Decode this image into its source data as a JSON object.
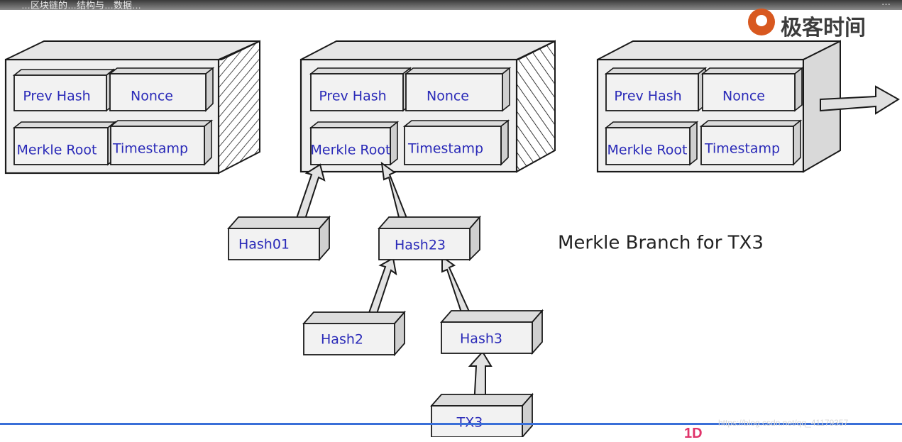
{
  "header": {
    "title": "…区块链的…结构与…数据…",
    "corner": "…"
  },
  "logo": {
    "text": "极客时间"
  },
  "blocks": [
    {
      "fields": [
        "Prev Hash",
        "Nonce",
        "Merkle Root",
        "Timestamp"
      ]
    },
    {
      "fields": [
        "Prev Hash",
        "Nonce",
        "Merkle Root",
        "Timestamp"
      ]
    },
    {
      "fields": [
        "Prev Hash",
        "Nonce",
        "Merkle Root",
        "Timestamp"
      ]
    }
  ],
  "tree": {
    "hash01": "Hash01",
    "hash23": "Hash23",
    "hash2": "Hash2",
    "hash3": "Hash3",
    "tx3": "TX3"
  },
  "caption": "Merkle Branch for TX3",
  "watermark": "https://blog.csdn.net/qq_41179357",
  "bottom_glyph": "1D",
  "colors": {
    "label": "#2a2ab8",
    "box": "#ececec",
    "outline": "#1a1a1a",
    "accent_line": "#3a6fd8",
    "logo": "#d8581f"
  }
}
